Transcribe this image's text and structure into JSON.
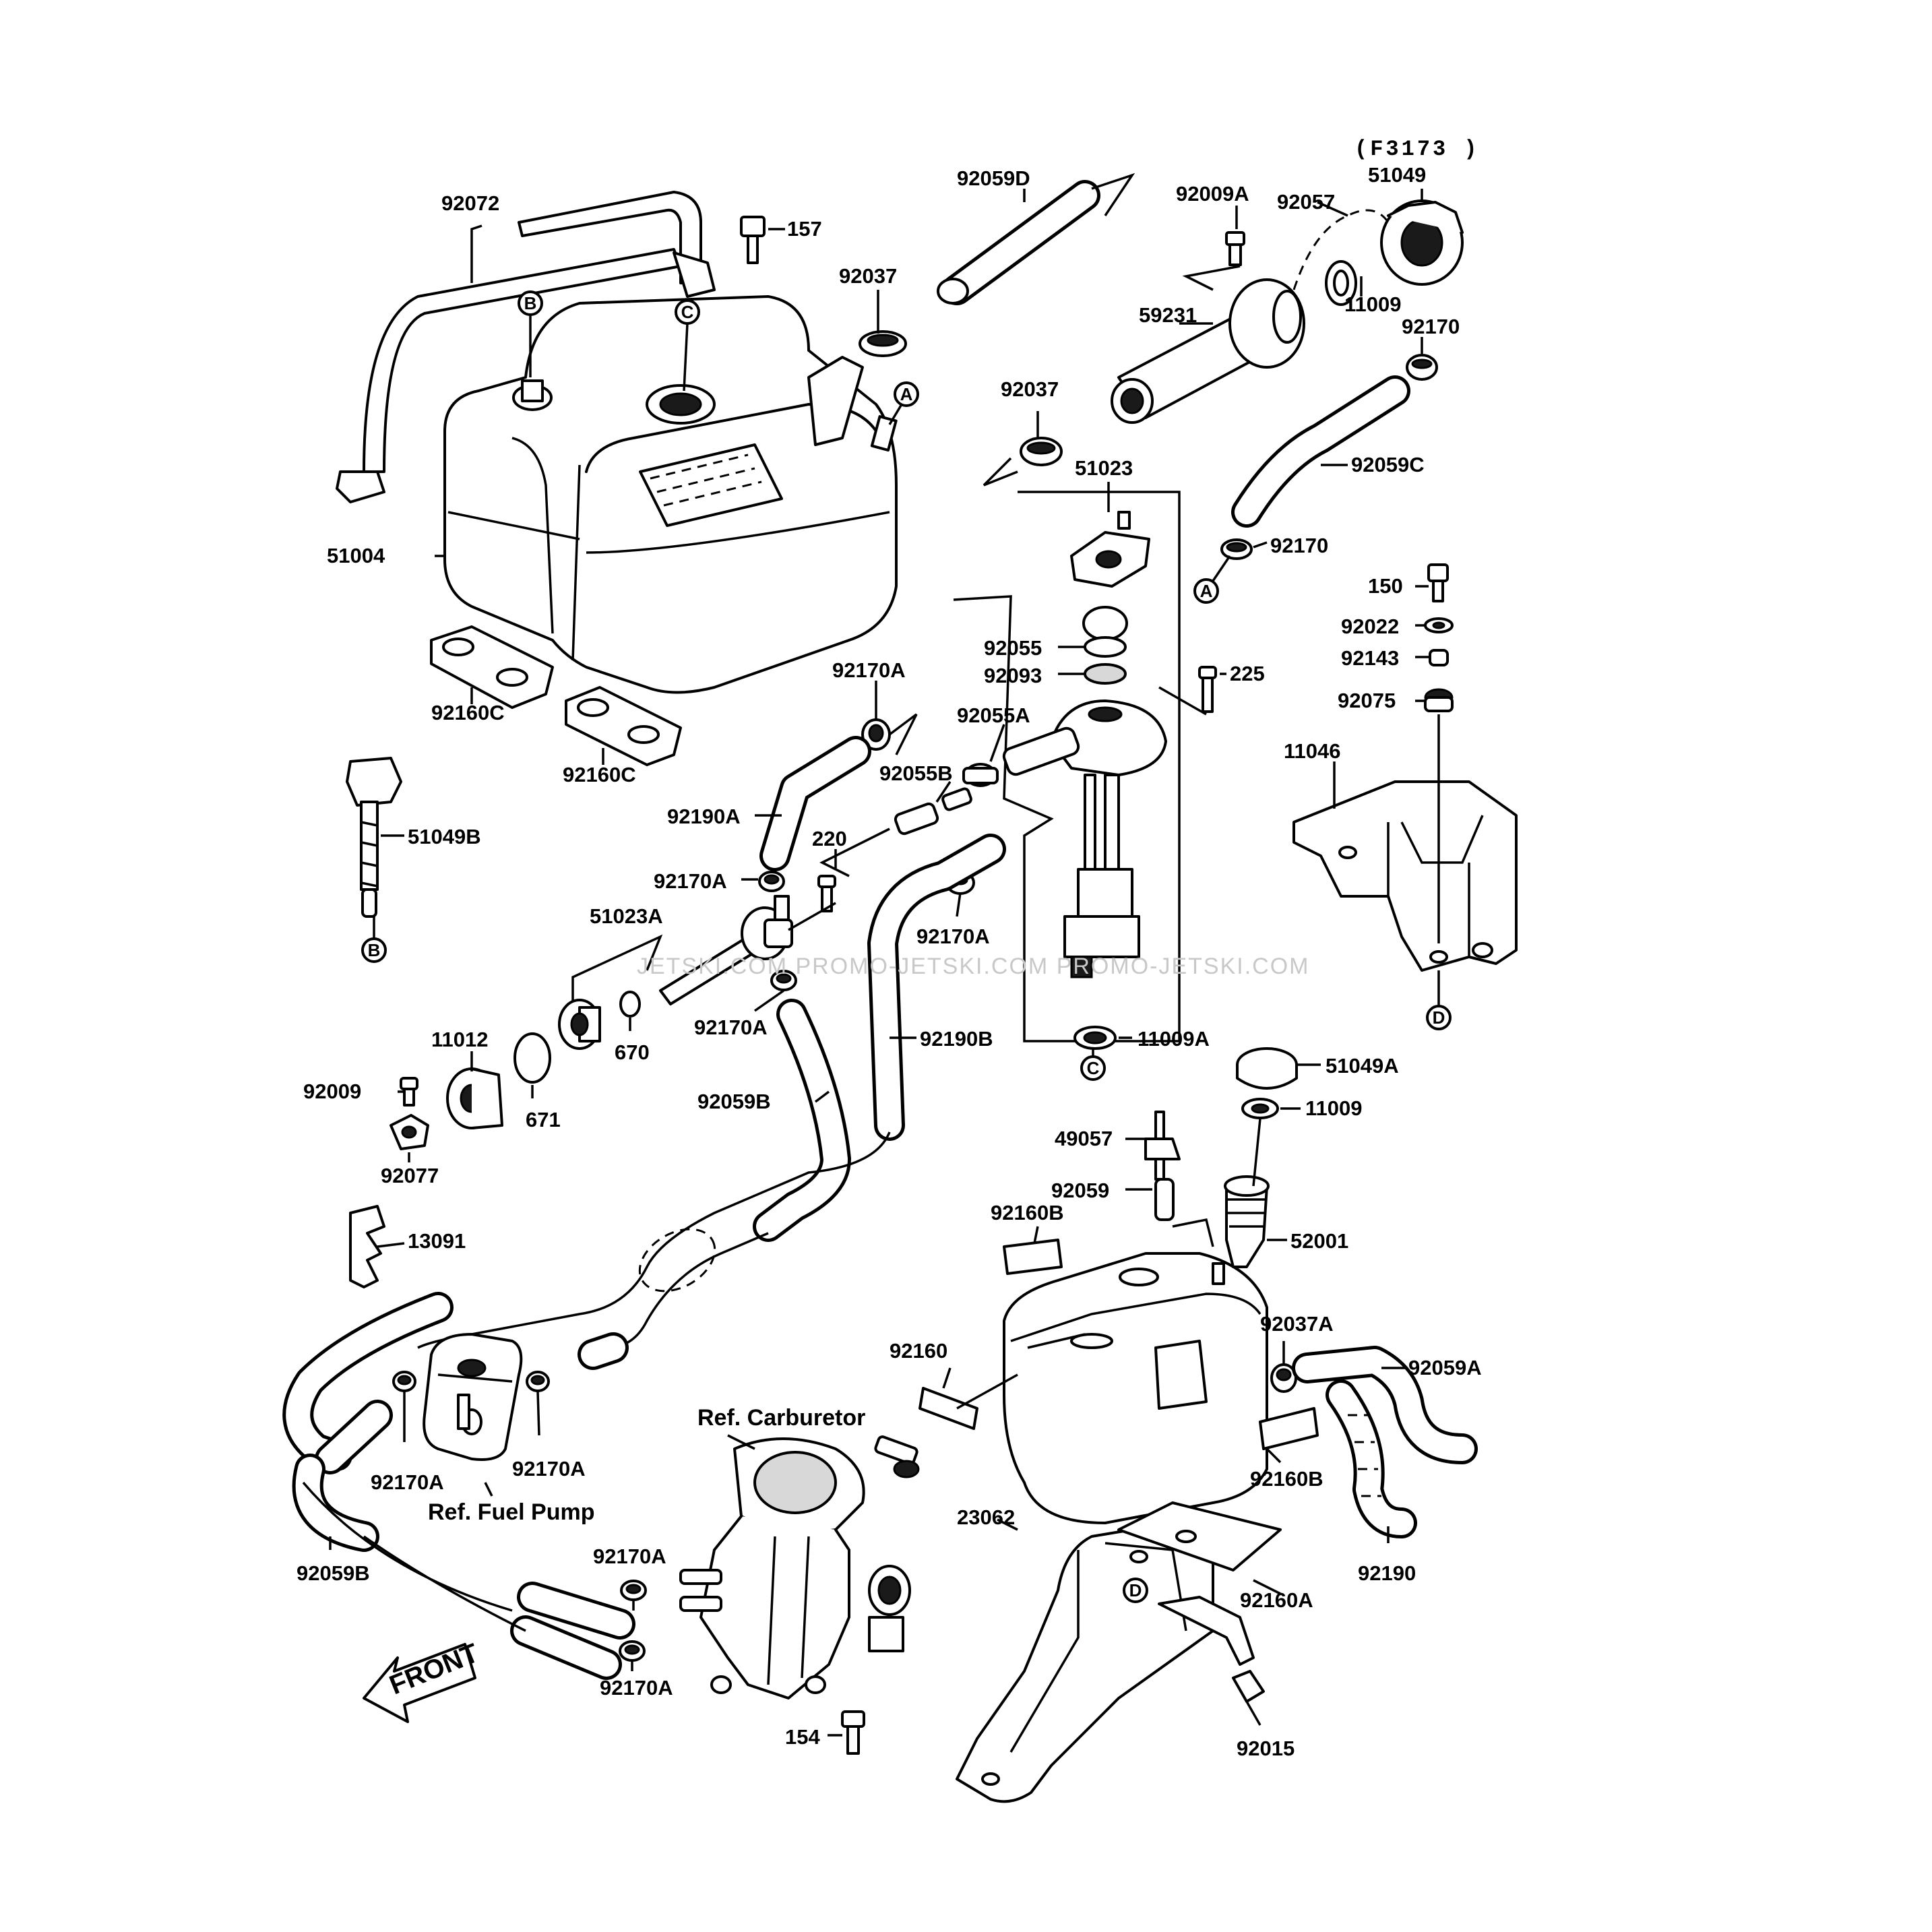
{
  "figure_code": "(F3173 )",
  "watermark": "JETSKI.COM PROMO-JETSKI.COM  PROMO-JETSKI.COM",
  "front_label": "FRONT",
  "ref_labels": {
    "carburetor": "Ref. Carburetor",
    "fuel_pump": "Ref. Fuel Pump"
  },
  "markers": {
    "A": "A",
    "B": "B",
    "C": "C",
    "D": "D"
  },
  "parts": {
    "p92072": "92072",
    "p157": "157",
    "p92037_top": "92037",
    "p92059D": "92059D",
    "p92009A": "92009A",
    "p92057": "92057",
    "p51049": "51049",
    "p59231": "59231",
    "p11009_top": "11009",
    "p92170_top": "92170",
    "p92037_mid": "92037",
    "p51023": "51023",
    "p92059C": "92059C",
    "p92170_mid": "92170",
    "p51004": "51004",
    "p150": "150",
    "p92022": "92022",
    "p92143": "92143",
    "p92075": "92075",
    "p92055": "92055",
    "p92093": "92093",
    "p225": "225",
    "p92170A_1": "92170A",
    "p92055A": "92055A",
    "p92160C_1": "92160C",
    "p92160C_2": "92160C",
    "p11046": "11046",
    "p92055B": "92055B",
    "p92190A": "92190A",
    "p51049B": "51049B",
    "p220": "220",
    "p92170A_2": "92170A",
    "p92170A_3": "92170A",
    "p51023A": "51023A",
    "p92170A_4": "92170A",
    "p92190B": "92190B",
    "p11012": "11012",
    "p670": "670",
    "p11009A": "11009A",
    "p51049A": "51049A",
    "p92009": "92009",
    "p671": "671",
    "p92059B_1": "92059B",
    "p11009_mid": "11009",
    "p92077": "92077",
    "p49057": "49057",
    "p92059": "92059",
    "p13091": "13091",
    "p92160B_1": "92160B",
    "p52001": "52001",
    "p92037A": "92037A",
    "p92059A": "92059A",
    "p92160": "92160",
    "p92170A_5": "92170A",
    "p92170A_6": "92170A",
    "p92160B_2": "92160B",
    "p23062": "23062",
    "p92190": "92190",
    "p92170A_7": "92170A",
    "p92160A": "92160A",
    "p92059B_2": "92059B",
    "p92170A_8": "92170A",
    "p154": "154",
    "p92015": "92015"
  }
}
